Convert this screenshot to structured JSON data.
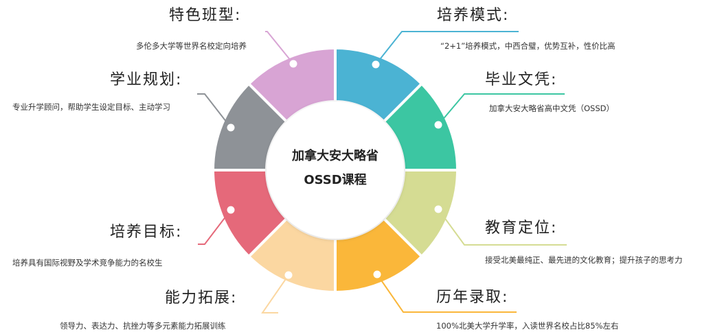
{
  "center": {
    "line1": "加拿大安大略省",
    "line2": "OSSD课程"
  },
  "segments": [
    {
      "key": "peiyang-moshi",
      "title": "培养模式:",
      "desc": "“2+1”培养模式，中西合璧，优势互补，性价比高",
      "color": "#4BB3D3"
    },
    {
      "key": "biye-wenping",
      "title": "毕业文凭:",
      "desc": "加拿大安大略省高中文凭（OSSD）",
      "color": "#3CC6A2"
    },
    {
      "key": "jiaoyu-dingwei",
      "title": "教育定位:",
      "desc": "接受北美最纯正、最先进的文化教育；提升孩子的思考力",
      "color": "#D5DC93"
    },
    {
      "key": "linian-luqu",
      "title": "历年录取:",
      "desc": "100%北美大学升学率，入读世界名校占比85%左右",
      "color": "#FAB73A"
    },
    {
      "key": "nengli-tuozhan",
      "title": "能力拓展:",
      "desc": "领导力、表达力、抗挫力等多元素能力拓展训练",
      "color": "#FBD7A1"
    },
    {
      "key": "peiyang-mubiao",
      "title": "培养目标:",
      "desc": "培养具有国际视野及学术竞争能力的名校生",
      "color": "#E5697A"
    },
    {
      "key": "xueye-guihua",
      "title": "学业规划:",
      "desc": "专业升学顾问，帮助学生设定目标、主动学习",
      "color": "#8E9297"
    },
    {
      "key": "tese-banxing",
      "title": "特色班型:",
      "desc": "多伦多大学等世界名校定向培养",
      "color": "#D8A4D4"
    }
  ]
}
